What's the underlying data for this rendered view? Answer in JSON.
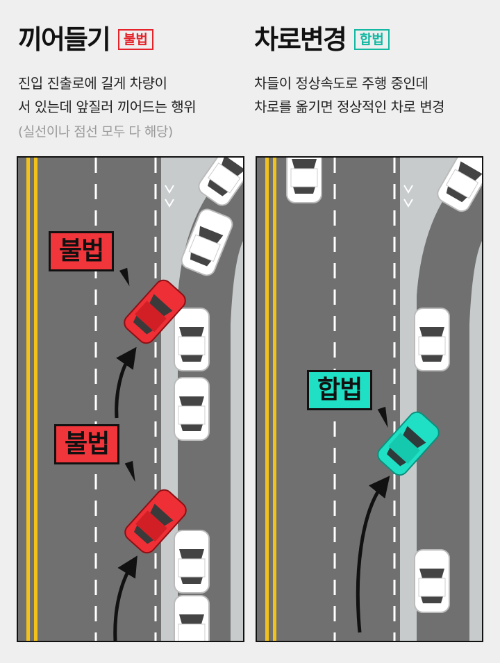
{
  "left": {
    "title": "끼어들기",
    "tag": "불법",
    "desc_line1": "진입 진출로에 길게 차량이",
    "desc_line2": "서 있는데 앞질러 끼어드는 행위",
    "note": "(실선이나 점선 모두 다 해당)",
    "badge_top": "불법",
    "badge_bottom": "불법"
  },
  "right": {
    "title": "차로변경",
    "tag": "합법",
    "desc_line1": "차들이 정상속도로 주행 중인데",
    "desc_line2": "차로를 옮기면 정상적인 차로 변경",
    "badge": "합법"
  },
  "colors": {
    "illegal": "#e4232b",
    "legal": "#12b8a2",
    "road": "#707070",
    "center_line": "#f2c21b"
  }
}
